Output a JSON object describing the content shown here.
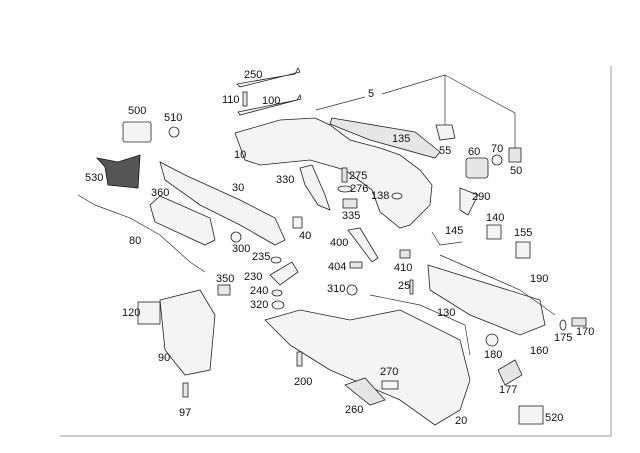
{
  "diagram_title": "",
  "labels": [
    "250",
    "110",
    "100",
    "5",
    "500",
    "510",
    "10",
    "135",
    "55",
    "60",
    "70",
    "50",
    "530",
    "330",
    "275",
    "276",
    "138",
    "360",
    "30",
    "290",
    "335",
    "140",
    "80",
    "145",
    "155",
    "300",
    "40",
    "400",
    "235",
    "410",
    "404",
    "190",
    "350",
    "230",
    "25",
    "310",
    "240",
    "320",
    "130",
    "120",
    "170",
    "175",
    "90",
    "180",
    "160",
    "200",
    "270",
    "177",
    "97",
    "260",
    "520",
    "20"
  ]
}
